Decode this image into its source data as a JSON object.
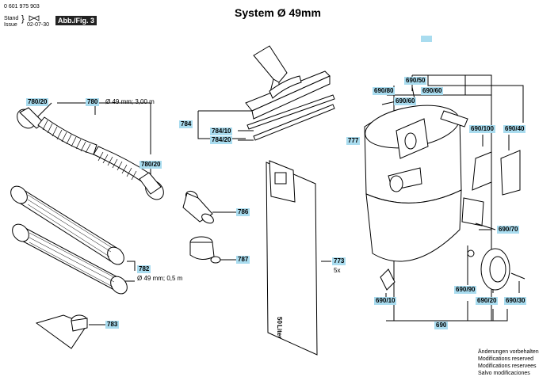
{
  "header": {
    "doc_number": "0 601 975 903",
    "stand_label": "Stand",
    "issue_label": "Issue",
    "date": "02-07-30",
    "fig_label": "Abb./Fig. 3",
    "title": "System Ø 49mm"
  },
  "labels": {
    "l780_20a": "780/20",
    "l780": "780",
    "l780_spec": "Ø 49 mm; 3,00 m",
    "l780_20b": "780/20",
    "l784": "784",
    "l784_10": "784/10",
    "l784_20": "784/20",
    "l786": "786",
    "l787": "787",
    "l782": "782",
    "l782_spec": "Ø 49 mm; 0,5 m",
    "l783": "783",
    "l773": "773",
    "l773_qty": "5x",
    "l690_80": "690/80",
    "l690_50": "690/50",
    "l690_60a": "690/60",
    "l690_60b": "690/60",
    "l777": "777",
    "l690_100": "690/100",
    "l690_40": "690/40",
    "l690_70": "690/70",
    "l690_90": "690/90",
    "l690_20": "690/20",
    "l690_30": "690/30",
    "l690_10": "690/10",
    "l690": "690"
  },
  "bag_text": {
    "liters": "50",
    "unit": "Liter"
  },
  "footer": {
    "line1": "Änderungen vorbehalten",
    "line2": "Modifications reserved",
    "line3": "Modifications reservees",
    "line4": "Salvo modificaciones"
  },
  "colors": {
    "callout": "#a9dcef"
  }
}
